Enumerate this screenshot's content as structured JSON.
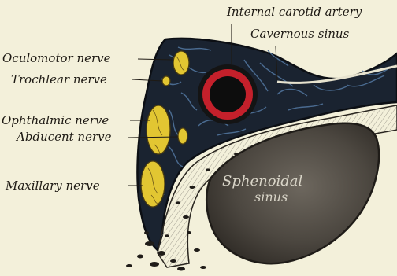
{
  "labels": {
    "internal_carotid_artery": "Internal carotid artery",
    "cavernous_sinus": "Cavernous sinus",
    "oculomotor_nerve": "Oculomotor nerve",
    "trochlear_nerve": "Trochlear nerve",
    "ophthalmic_nerve": "Ophthalmic nerve",
    "abducent_nerve": "Abducent nerve",
    "maxillary_nerve": "Maxillary nerve",
    "sphenoidal_sinus_line1": "Sphenoidal",
    "sphenoidal_sinus_line2": "sinus"
  },
  "colors": {
    "paper": "#f3f0da",
    "sinus_dark": "#1a2330",
    "vein_blue": "#4d6f96",
    "nerve_yellow": "#e2c632",
    "artery_red": "#c4202b",
    "bone": "#ebe6cf",
    "sphenoidal_sinus": "#4c4740"
  }
}
